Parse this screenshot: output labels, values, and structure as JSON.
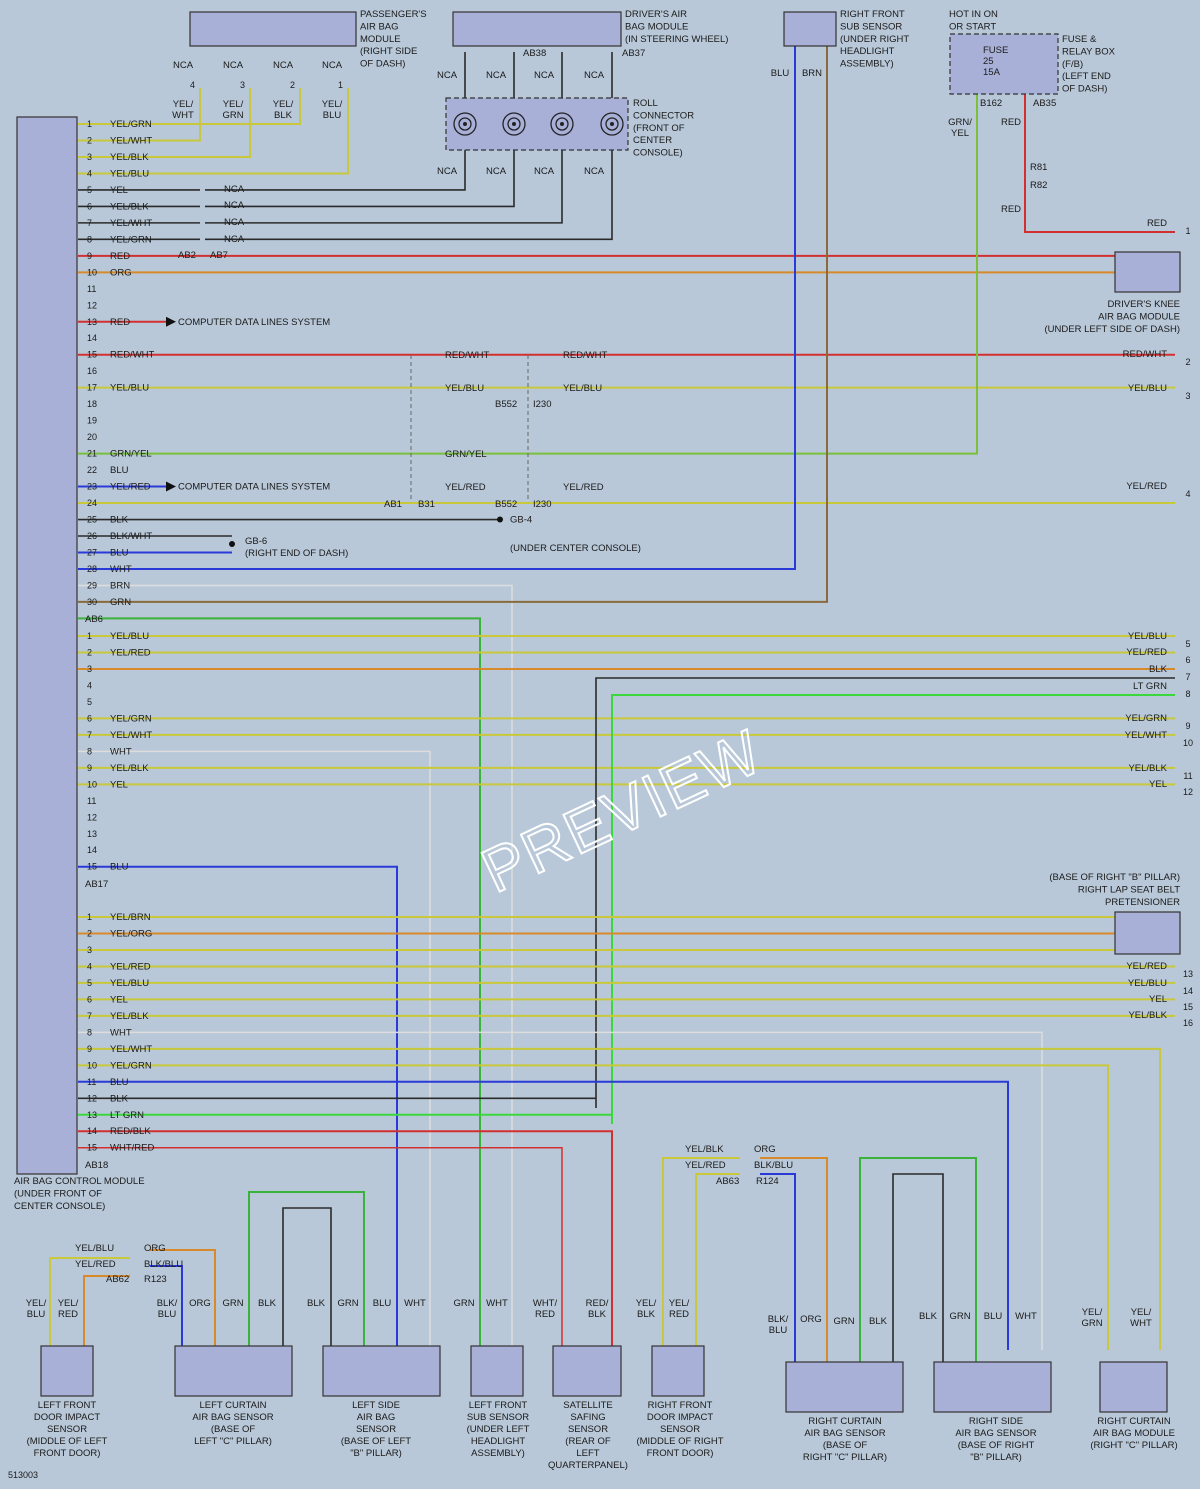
{
  "watermark": "PREVIEW",
  "figure_id": "513003",
  "colors": {
    "background": "#b8c8d8",
    "YEL": "#c8c83a",
    "RED": "#d23030",
    "ORG": "#d88a2a",
    "BLU": "#2a3ad8",
    "GRN": "#3ab33a",
    "LTGRN": "#3ad83a",
    "BLK": "#2a2a2a",
    "WHT": "#dddddd",
    "BRN": "#8a6a3a",
    "GRNYEL": "#7ac03a",
    "module": "#a9b0d8"
  },
  "modules": {
    "control": [
      "AIR BAG CONTROL MODULE",
      "(UNDER FRONT OF",
      "CENTER CONSOLE)"
    ],
    "passenger": [
      "PASSENGER'S",
      "AIR BAG",
      "MODULE",
      "(RIGHT SIDE",
      "OF DASH)"
    ],
    "driver": [
      "DRIVER'S AIR",
      "BAG MODULE",
      "(IN STEERING WHEEL)"
    ],
    "rf_sub": [
      "RIGHT FRONT",
      "SUB SENSOR",
      "(UNDER RIGHT",
      "HEADLIGHT",
      "ASSEMBLY)"
    ],
    "hot": [
      "HOT IN ON",
      "OR START"
    ],
    "fuse_box": [
      "FUSE &",
      "RELAY BOX",
      "(F/B)",
      "(LEFT END",
      "OF DASH)"
    ],
    "fuse": [
      "FUSE",
      "25",
      "15A"
    ],
    "roll": [
      "ROLL",
      "CONNECTOR",
      "(FRONT OF",
      "CENTER",
      "CONSOLE)"
    ],
    "knee": [
      "DRIVER'S KNEE",
      "AIR BAG MODULE",
      "(UNDER LEFT SIDE OF DASH)"
    ],
    "pretens": [
      "(BASE OF RIGHT \"B\" PILLAR)",
      "RIGHT LAP SEAT BELT",
      "PRETENSIONER"
    ],
    "lf_door": [
      "LEFT FRONT",
      "DOOR IMPACT",
      "SENSOR",
      "(MIDDLE OF LEFT",
      "FRONT DOOR)"
    ],
    "l_curtain": [
      "LEFT CURTAIN",
      "AIR BAG SENSOR",
      "(BASE OF",
      "LEFT \"C\" PILLAR)"
    ],
    "l_side": [
      "LEFT SIDE",
      "AIR BAG",
      "SENSOR",
      "(BASE OF LEFT",
      "\"B\" PILLAR)"
    ],
    "lf_sub": [
      "LEFT FRONT",
      "SUB SENSOR",
      "(UNDER LEFT",
      "HEADLIGHT",
      "ASSEMBLY)"
    ],
    "satellite": [
      "SATELLITE",
      "SAFING",
      "SENSOR",
      "(REAR OF",
      "LEFT",
      "QUARTERPANEL)"
    ],
    "rf_door": [
      "RIGHT FRONT",
      "DOOR IMPACT",
      "SENSOR",
      "(MIDDLE OF RIGHT",
      "FRONT DOOR)"
    ],
    "r_curtain": [
      "RIGHT CURTAIN",
      "AIR BAG SENSOR",
      "(BASE OF",
      "RIGHT \"C\" PILLAR)"
    ],
    "r_side": [
      "RIGHT SIDE",
      "AIR BAG SENSOR",
      "(BASE OF RIGHT",
      "\"B\" PILLAR)"
    ],
    "r_curtain_mod": [
      "RIGHT CURTAIN",
      "AIR BAG MODULE",
      "(RIGHT \"C\" PILLAR)"
    ]
  },
  "connectors": {
    "ab2": "AB2",
    "ab7": "AB7",
    "ab6": "AB6",
    "ab17": "AB17",
    "ab18": "AB18",
    "ab38": "AB38",
    "ab37": "AB37",
    "b162": "B162",
    "ab35": "AB35",
    "r81": "R81",
    "r82": "R82",
    "b552": "B552",
    "i230": "I230",
    "ab1": "AB1",
    "b31": "B31",
    "ab62": "AB62",
    "r123": "R123",
    "ab63": "AB63",
    "r124": "R124"
  },
  "text": {
    "nca": "NCA",
    "cdl": "COMPUTER DATA LINES SYSTEM",
    "gb6": "GB-6",
    "gb6_loc": "(RIGHT END OF DASH)",
    "gb4": "GB-4",
    "gb4_loc": "(UNDER CENTER CONSOLE)"
  },
  "block1_rows": [
    {
      "p": "1",
      "w": "YEL/GRN"
    },
    {
      "p": "2",
      "w": "YEL/WHT"
    },
    {
      "p": "3",
      "w": "YEL/BLK"
    },
    {
      "p": "4",
      "w": "YEL/BLU"
    },
    {
      "p": "5",
      "w": "YEL"
    },
    {
      "p": "6",
      "w": "YEL/BLK"
    },
    {
      "p": "7",
      "w": "YEL/WHT"
    },
    {
      "p": "8",
      "w": "YEL/GRN"
    },
    {
      "p": "9",
      "w": "RED"
    },
    {
      "p": "10",
      "w": "ORG"
    },
    {
      "p": "11",
      "w": ""
    },
    {
      "p": "12",
      "w": ""
    },
    {
      "p": "13",
      "w": "RED"
    },
    {
      "p": "14",
      "w": ""
    },
    {
      "p": "15",
      "w": "RED/WHT"
    },
    {
      "p": "16",
      "w": ""
    },
    {
      "p": "17",
      "w": "YEL/BLU"
    },
    {
      "p": "18",
      "w": ""
    },
    {
      "p": "19",
      "w": ""
    },
    {
      "p": "20",
      "w": ""
    },
    {
      "p": "21",
      "w": "GRN/YEL"
    },
    {
      "p": "22",
      "w": "BLU"
    },
    {
      "p": "23",
      "w": "YEL/RED"
    },
    {
      "p": "24",
      "w": ""
    },
    {
      "p": "25",
      "w": "BLK"
    },
    {
      "p": "26",
      "w": "BLK/WHT"
    },
    {
      "p": "27",
      "w": "BLU"
    },
    {
      "p": "28",
      "w": "WHT"
    },
    {
      "p": "29",
      "w": "BRN"
    },
    {
      "p": "30",
      "w": "GRN"
    }
  ],
  "block2_rows": [
    {
      "p": "1",
      "w": "YEL/BLU"
    },
    {
      "p": "2",
      "w": "YEL/RED"
    },
    {
      "p": "3",
      "w": ""
    },
    {
      "p": "4",
      "w": ""
    },
    {
      "p": "5",
      "w": ""
    },
    {
      "p": "6",
      "w": "YEL/GRN"
    },
    {
      "p": "7",
      "w": "YEL/WHT"
    },
    {
      "p": "8",
      "w": "WHT"
    },
    {
      "p": "9",
      "w": "YEL/BLK"
    },
    {
      "p": "10",
      "w": "YEL"
    },
    {
      "p": "11",
      "w": ""
    },
    {
      "p": "12",
      "w": ""
    },
    {
      "p": "13",
      "w": ""
    },
    {
      "p": "14",
      "w": ""
    },
    {
      "p": "15",
      "w": "BLU"
    }
  ],
  "block3_rows": [
    {
      "p": "1",
      "w": "YEL/BRN"
    },
    {
      "p": "2",
      "w": "YEL/ORG"
    },
    {
      "p": "3",
      "w": ""
    },
    {
      "p": "4",
      "w": "YEL/RED"
    },
    {
      "p": "5",
      "w": "YEL/BLU"
    },
    {
      "p": "6",
      "w": "YEL"
    },
    {
      "p": "7",
      "w": "YEL/BLK"
    },
    {
      "p": "8",
      "w": "WHT"
    },
    {
      "p": "9",
      "w": "YEL/WHT"
    },
    {
      "p": "10",
      "w": "YEL/GRN"
    },
    {
      "p": "11",
      "w": "BLU"
    },
    {
      "p": "12",
      "w": "BLK"
    },
    {
      "p": "13",
      "w": "LT GRN"
    },
    {
      "p": "14",
      "w": "RED/BLK"
    },
    {
      "p": "15",
      "w": "WHT/RED"
    }
  ],
  "right_outputs": [
    {
      "w": "RED",
      "n": "1"
    },
    {
      "w": "RED/WHT",
      "n": "2"
    },
    {
      "w": "YEL/BLU",
      "n": "3"
    },
    {
      "w": "YEL/RED",
      "n": "4"
    },
    {
      "w": "YEL/BLU",
      "n": "5"
    },
    {
      "w": "YEL/RED",
      "n": "6"
    },
    {
      "w": "BLK",
      "n": "7"
    },
    {
      "w": "LT GRN",
      "n": "8"
    },
    {
      "w": "YEL/GRN",
      "n": "9"
    },
    {
      "w": "YEL/WHT",
      "n": "10"
    },
    {
      "w": "YEL/BLK",
      "n": "11"
    },
    {
      "w": "YEL",
      "n": "12"
    },
    {
      "w": "YEL/RED",
      "n": "13"
    },
    {
      "w": "YEL/BLU",
      "n": "14"
    },
    {
      "w": "YEL",
      "n": "15"
    },
    {
      "w": "YEL/BLK",
      "n": "16"
    }
  ],
  "wire_labels": {
    "yel_wht": "YEL/\nWHT",
    "yel_grn": "YEL/\nGRN",
    "yel_blk": "YEL/\nBLK",
    "yel_blu": "YEL/\nBLU",
    "blu": "BLU",
    "brn": "BRN",
    "grn_yel": "GRN/\nYEL",
    "red": "RED",
    "red_wht": "RED/WHT",
    "yel_blu_s": "YEL/BLU",
    "grn_yel_s": "GRN/YEL",
    "yel_red_s": "YEL/RED",
    "org": "ORG",
    "blk_blu": "BLK/BLU",
    "yel_blk_s": "YEL/BLK",
    "yel_red_l": "YEL/RED",
    "yel_blu_l": "YEL/BLU",
    "grn": "GRN",
    "blk": "BLK",
    "wht": "WHT",
    "wht_red": "WHT/\nRED",
    "red_blk": "RED/\nBLK",
    "yel_red2": "YEL/\nRED",
    "blk_blu2": "BLK/\nBLU",
    "blk_blu3": "BLK/\nBLU",
    "yel_blu_lf": "YEL/\nBLU",
    "yel_red_lf": "YEL/\nRED"
  }
}
